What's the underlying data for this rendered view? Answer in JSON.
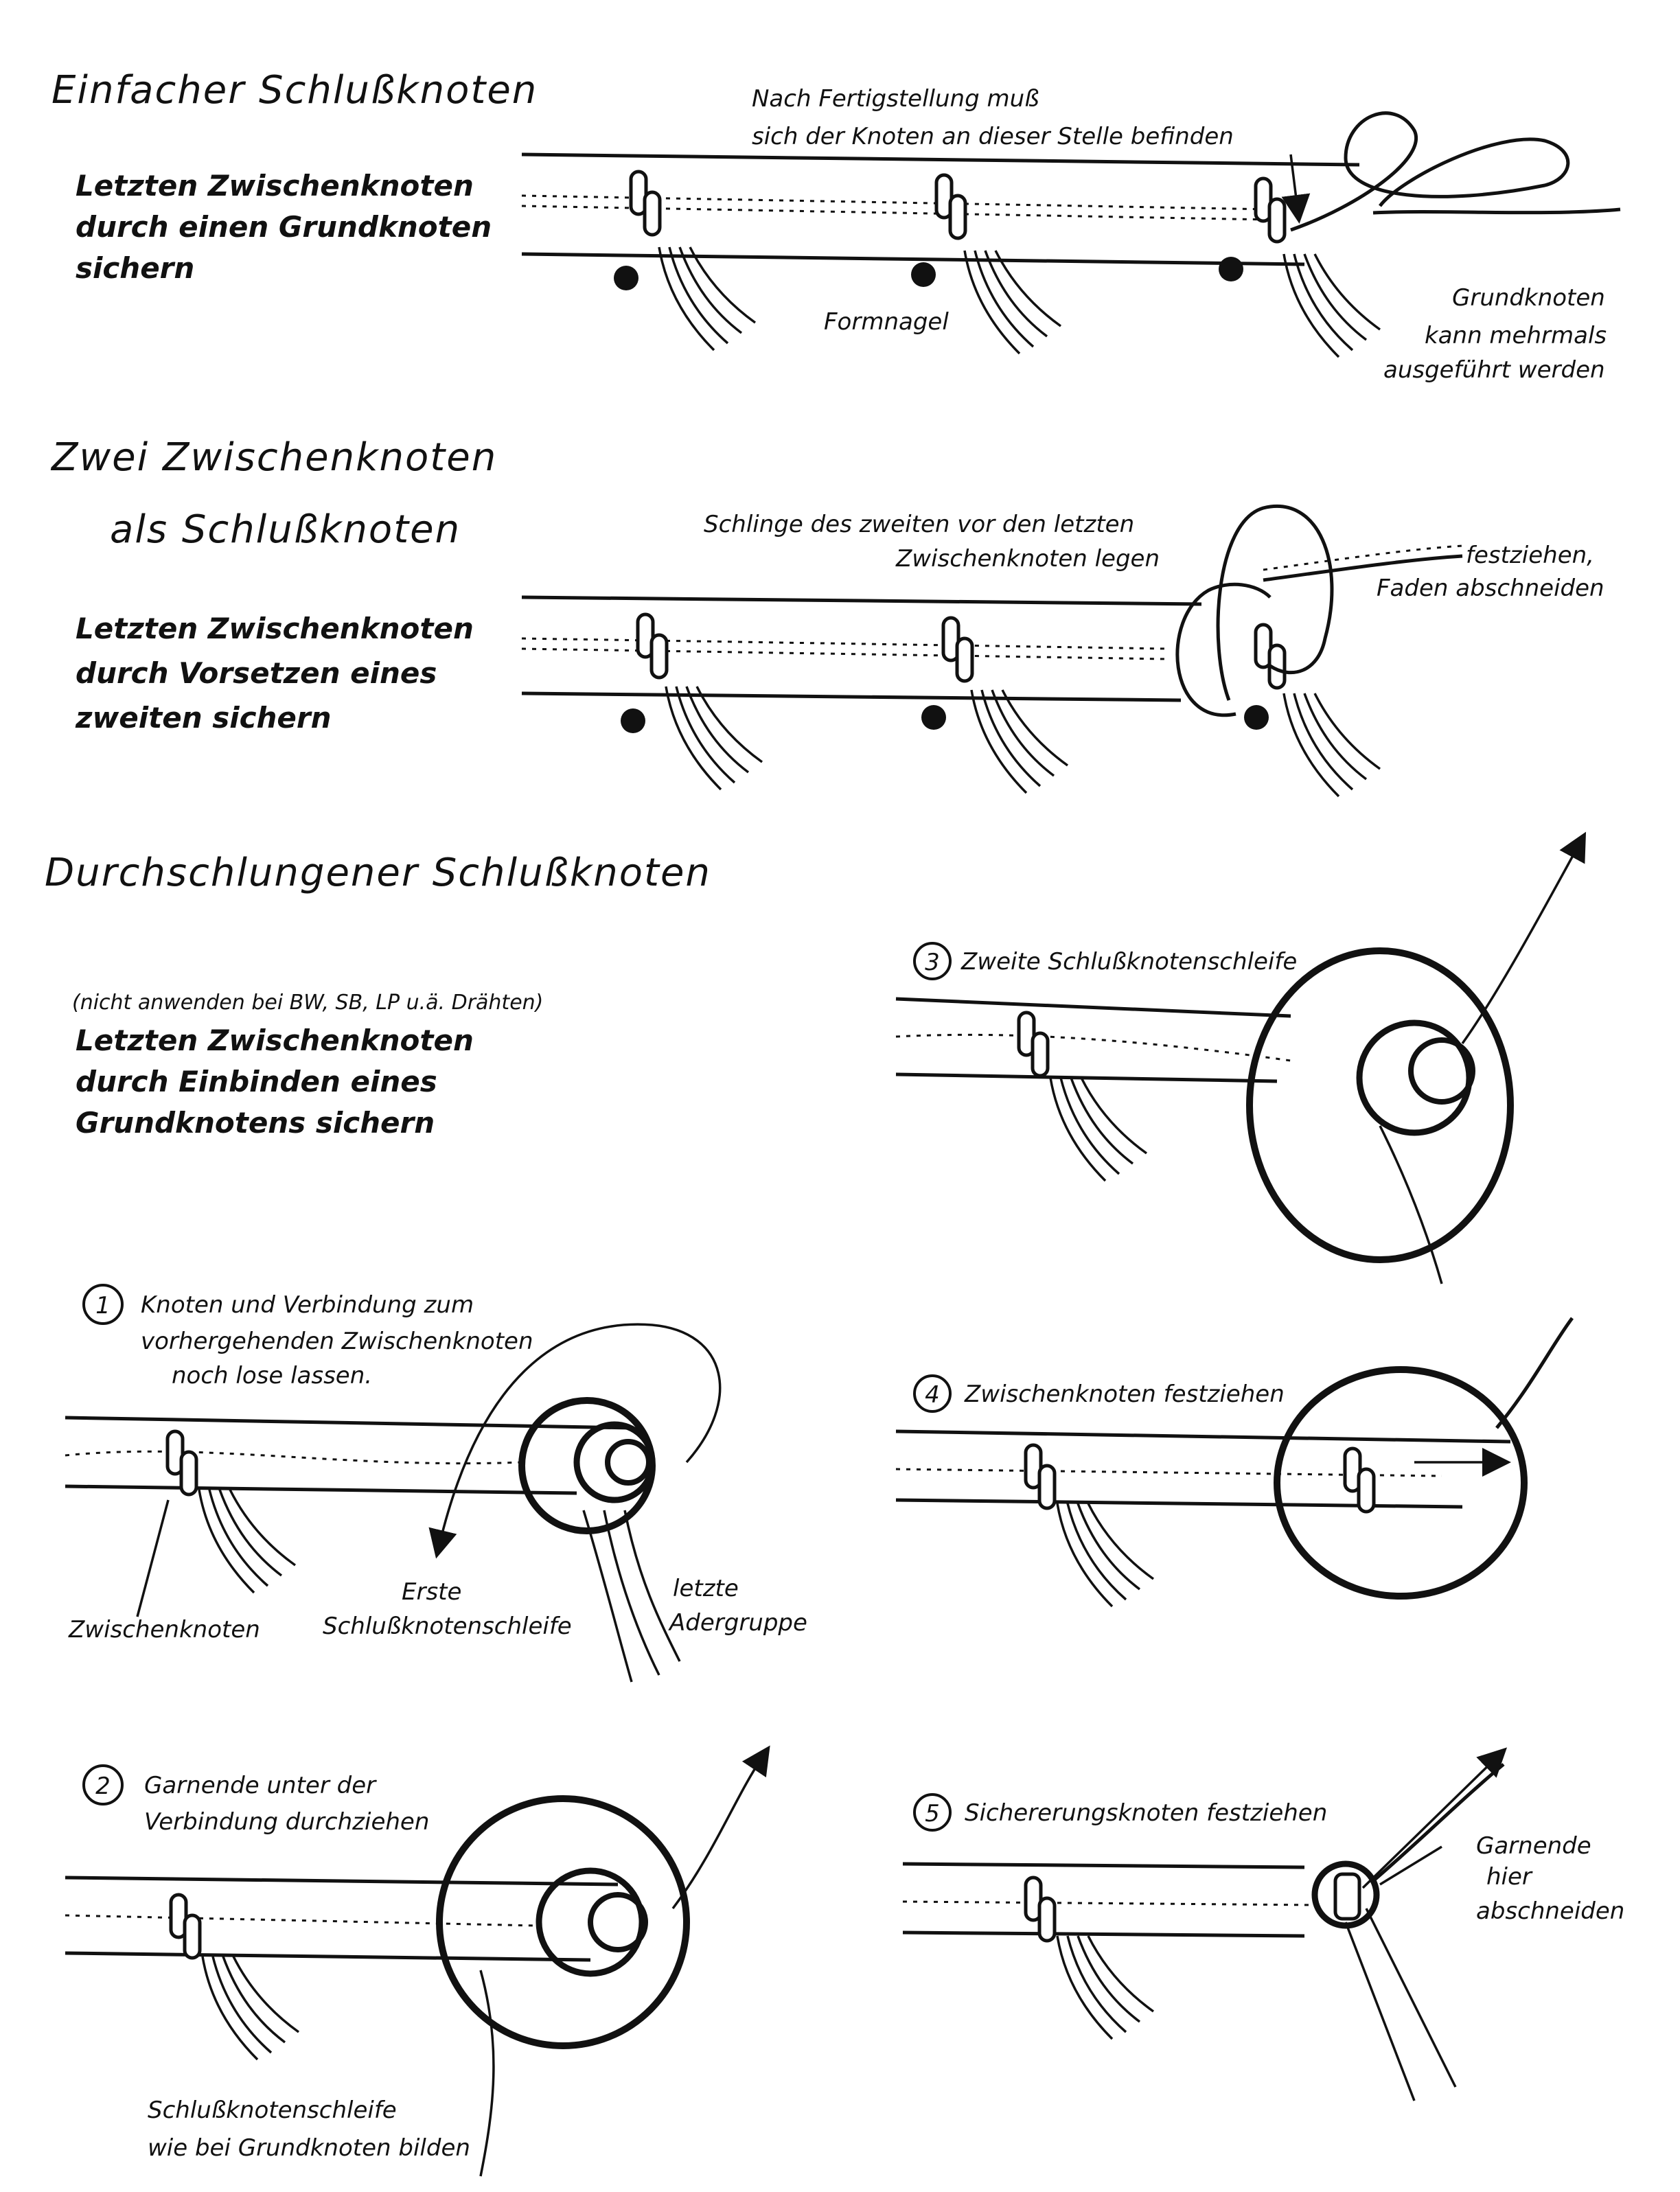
{
  "sections": {
    "einfach": {
      "title": "Einfacher Schlußknoten",
      "instruction": [
        "Letzten Zwischenknoten",
        "durch einen Grundknoten",
        "sichern"
      ],
      "note_top": [
        "Nach Fertigstellung muß",
        "sich der Knoten an dieser Stelle befinden"
      ],
      "label_nail": "Formnagel",
      "note_right": [
        "Grundknoten",
        "kann mehrmals",
        "ausgeführt werden"
      ]
    },
    "zwei": {
      "title_line1": "Zwei Zwischenknoten",
      "title_line2": "als Schlußknoten",
      "instruction": [
        "Letzten Zwischenknoten",
        "durch Vorsetzen eines",
        "zweiten sichern"
      ],
      "note_loop": [
        "Schlinge des zweiten vor den letzten",
        "Zwischenknoten legen"
      ],
      "note_right": [
        "festziehen,",
        "Faden abschneiden"
      ]
    },
    "durch": {
      "title": "Durchschlungener Schlußknoten",
      "hint": "(nicht anwenden bei BW, SB, LP u.ä. Drähten)",
      "instruction": [
        "Letzten Zwischenknoten",
        "durch Einbinden eines",
        "Grundknotens sichern"
      ]
    }
  },
  "steps": [
    {
      "num": "1",
      "text": [
        "Knoten und Verbindung zum",
        "vorhergehenden Zwischenknoten",
        "noch lose lassen."
      ],
      "labels": [
        "Zwischenknoten",
        "Erste",
        "Schlußknotenschleife",
        "letzte",
        "Adergruppe"
      ]
    },
    {
      "num": "2",
      "text": [
        "Garnende unter der",
        "Verbindung durchziehen"
      ],
      "labels": [
        "Schlußknotenschleife",
        "wie bei Grundknoten bilden"
      ]
    },
    {
      "num": "3",
      "text": [
        "Zweite Schlußknotenschleife"
      ]
    },
    {
      "num": "4",
      "text": [
        "Zwischenknoten festziehen"
      ]
    },
    {
      "num": "5",
      "text": [
        "Sichererungsknoten festziehen"
      ],
      "labels": [
        "Garnende",
        "hier",
        "abschneiden"
      ]
    }
  ]
}
